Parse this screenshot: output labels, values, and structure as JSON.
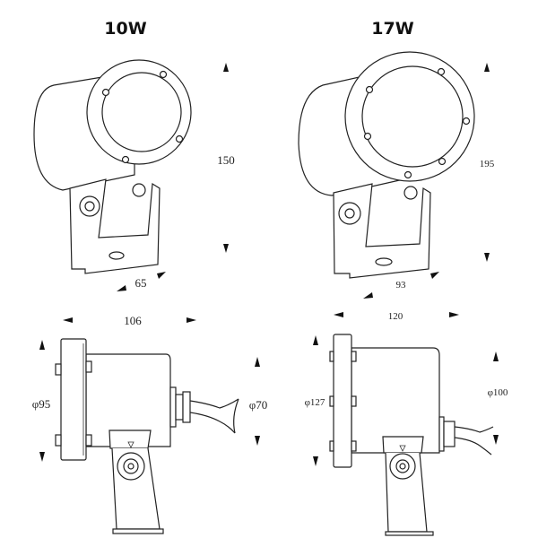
{
  "titles": {
    "left": "10W",
    "right": "17W"
  },
  "dimensions": {
    "left_top": {
      "height": "150",
      "width": "65"
    },
    "right_top": {
      "height": "195",
      "width": "93"
    },
    "left_side": {
      "length": "106",
      "flange_diameter": "φ95",
      "body_diameter": "φ70"
    },
    "right_side": {
      "length": "120",
      "flange_diameter": "φ127",
      "body_diameter": "φ100"
    }
  },
  "colors": {
    "line": "#222222",
    "background": "#ffffff"
  }
}
